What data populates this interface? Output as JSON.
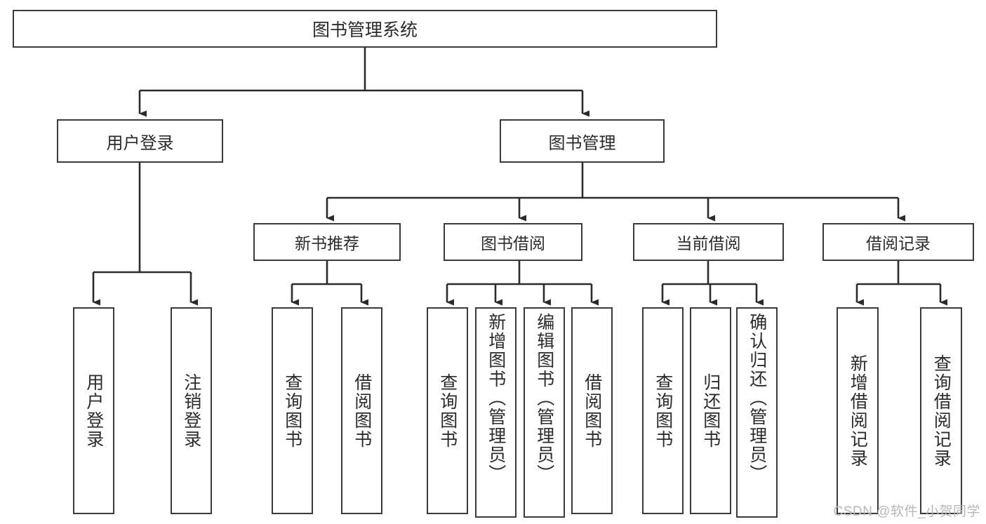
{
  "diagram": {
    "title": "图书管理系统",
    "orientation": "top-down-tree",
    "root": {
      "label": "图书管理系统"
    },
    "level1": [
      {
        "label": "用户登录"
      },
      {
        "label": "图书管理"
      }
    ],
    "level2": [
      {
        "label": "新书推荐"
      },
      {
        "label": "图书借阅"
      },
      {
        "label": "当前借阅"
      },
      {
        "label": "借阅记录"
      }
    ],
    "leaves": {
      "user_login": [
        {
          "label": "用户登录"
        },
        {
          "label": "注销登录"
        }
      ],
      "new_book_recommend": [
        {
          "label": "查询图书"
        },
        {
          "label": "借阅图书"
        }
      ],
      "book_borrow": [
        {
          "label": "查询图书"
        },
        {
          "label": "新增图书（管理员）"
        },
        {
          "label": "编辑图书（管理员）"
        },
        {
          "label": "借阅图书"
        }
      ],
      "current_borrow": [
        {
          "label": "查询图书"
        },
        {
          "label": "归还图书"
        },
        {
          "label": "确认归还（管理员）"
        }
      ],
      "borrow_record": [
        {
          "label": "新增借阅记录"
        },
        {
          "label": "查询借阅记录"
        }
      ]
    }
  },
  "watermark": {
    "text": "CSDN @软件_小贺同学"
  },
  "colors": {
    "background": "#ffffff",
    "box_border": "#3a3a3a",
    "box_fill": "#ffffff",
    "text": "#2b2b2b",
    "connector": "#2b2b2b",
    "watermark": "#b7b7b7"
  }
}
